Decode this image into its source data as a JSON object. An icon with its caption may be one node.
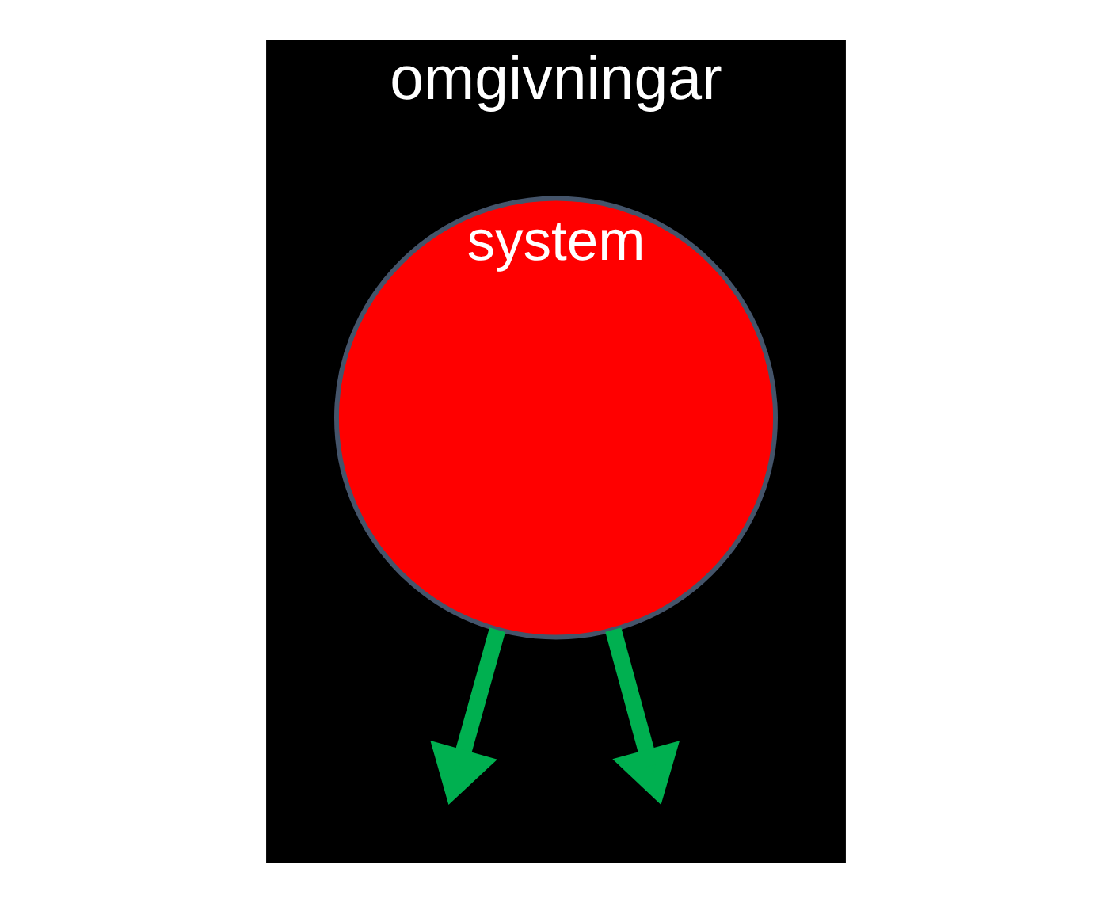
{
  "diagram": {
    "nodes": [
      {
        "text": [
          "omgivningar"
        ]
      },
      {
        "text": [
          "system"
        ],
        "in": 0
      }
    ],
    "edges": [
      {
        "from": 1,
        "to": null,
        "arrow": "to",
        "color": "#00b050"
      },
      {
        "from": 1,
        "to": null,
        "arrow": "to",
        "color": "#00b050"
      }
    ]
  }
}
